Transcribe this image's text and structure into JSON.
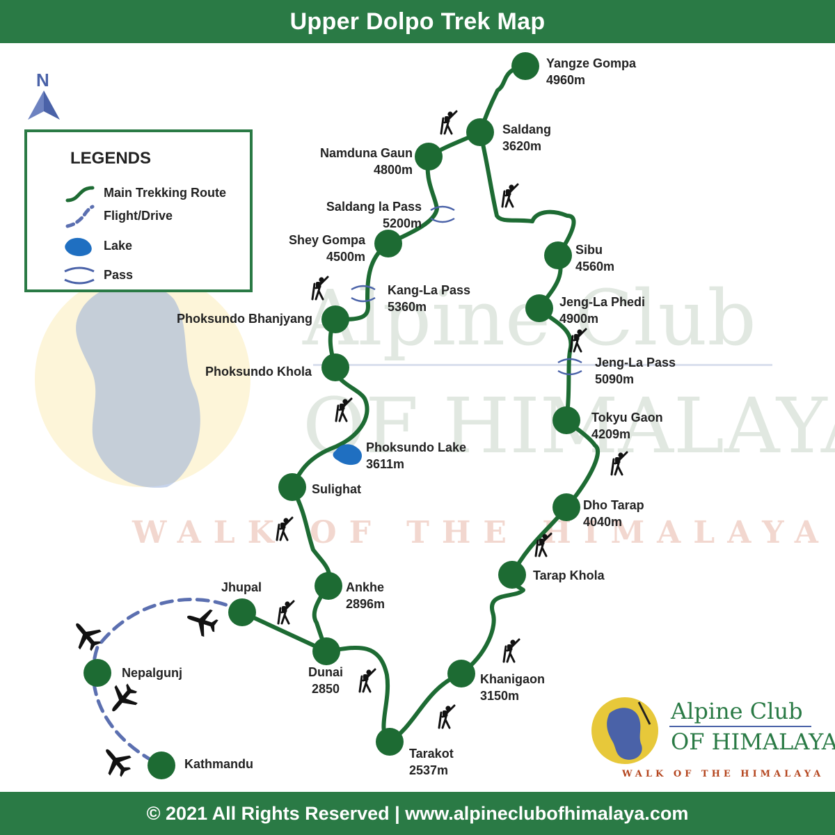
{
  "title": "Upper Dolpo Trek Map",
  "footer": "© 2021 All Rights Reserved | www.alpineclubofhimalaya.com",
  "north": "N",
  "legend": {
    "title": "LEGENDS",
    "items": [
      {
        "label": "Main Trekking Route"
      },
      {
        "label": "Flight/Drive"
      },
      {
        "label": "Lake"
      },
      {
        "label": "Pass"
      }
    ]
  },
  "places": [
    {
      "id": "yangze",
      "name": "Yangze Gompa",
      "alt": "4960m"
    },
    {
      "id": "saldang",
      "name": "Saldang",
      "alt": "3620m"
    },
    {
      "id": "namduna",
      "name": "Namduna Gaun",
      "alt": "4800m"
    },
    {
      "id": "saldang-la",
      "name": "Saldang la Pass",
      "alt": "5200m"
    },
    {
      "id": "shey",
      "name": "Shey Gompa",
      "alt": "4500m"
    },
    {
      "id": "kang-la",
      "name": "Kang-La Pass",
      "alt": "5360m"
    },
    {
      "id": "phoksundo-bhanjyang",
      "name": "Phoksundo Bhanjyang",
      "alt": ""
    },
    {
      "id": "phoksundo-khola",
      "name": "Phoksundo Khola",
      "alt": ""
    },
    {
      "id": "phoksundo-lake",
      "name": "Phoksundo Lake",
      "alt": "3611m"
    },
    {
      "id": "sulighat",
      "name": "Sulighat",
      "alt": ""
    },
    {
      "id": "ankhe",
      "name": "Ankhe",
      "alt": "2896m"
    },
    {
      "id": "jhupal",
      "name": "Jhupal",
      "alt": ""
    },
    {
      "id": "dunai",
      "name": "Dunai",
      "alt": "2850"
    },
    {
      "id": "nepalgunj",
      "name": "Nepalgunj",
      "alt": ""
    },
    {
      "id": "kathmandu",
      "name": "Kathmandu",
      "alt": ""
    },
    {
      "id": "tarakot",
      "name": "Tarakot",
      "alt": "2537m"
    },
    {
      "id": "khanigaon",
      "name": "Khanigaon",
      "alt": "3150m"
    },
    {
      "id": "tarap-khola",
      "name": "Tarap Khola",
      "alt": ""
    },
    {
      "id": "dho-tarap",
      "name": "Dho Tarap",
      "alt": "4040m"
    },
    {
      "id": "tokyu",
      "name": "Tokyu Gaon",
      "alt": "4209m"
    },
    {
      "id": "jeng-la-pass",
      "name": "Jeng-La Pass",
      "alt": "5090m"
    },
    {
      "id": "jeng-la-phedi",
      "name": "Jeng-La Phedi",
      "alt": "4900m"
    },
    {
      "id": "sibu",
      "name": "Sibu",
      "alt": "4560m"
    }
  ],
  "logo": {
    "line1": "Alpine Club",
    "line2": "OF HIMALAYA",
    "tagline": "WALK OF THE HIMALAYA"
  },
  "watermark": {
    "line1": "Alpine Club",
    "line2": "OF HIMALAYA",
    "tagline": "WALK OF THE HIMALAYA"
  },
  "colors": {
    "route": "#1d6b33",
    "flight": "#5b6fb0",
    "lake": "#1f6fc1",
    "header": "#2a7a45"
  },
  "icons": [
    "hiker-icon",
    "airplane-icon",
    "pass-icon",
    "lake-icon",
    "north-arrow-icon"
  ]
}
